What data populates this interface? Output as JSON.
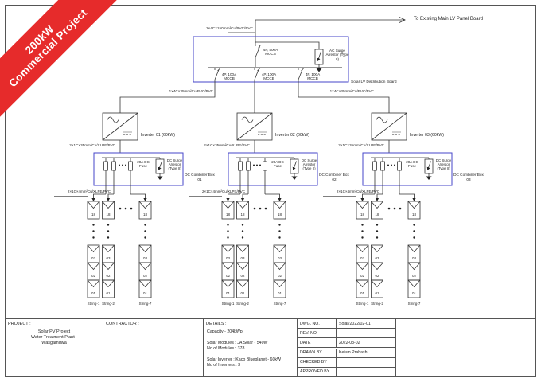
{
  "ribbon": {
    "line1": "200kW",
    "line2": "Commercial Project",
    "color": "#e62b2b"
  },
  "header": {
    "arrow_label": "To Existing Main LV Panel Board"
  },
  "cables": {
    "main_ac": "1×4C×150mm²Cu/PVC/PVC",
    "inverter_ac": "1×4C×35mm²Cu/PVC/PVC",
    "inverter_dc": "2×1C×35mm²Cu/XLPE/PVC",
    "string_dc": "2×1C×4mm²Cu/XLPE/PVC"
  },
  "distribution_board": {
    "label": "Solar LV Distribution Board",
    "main_breaker": "4P, 400A MCCB",
    "feeder_breaker": "4P, 100A MCCB",
    "surge_arrestor": "AC Surge Arrestor (Type II)"
  },
  "combiner": {
    "fuse": "20A DC Fuse",
    "surge_arrestor": "DC Surge Arrestor (Type II)"
  },
  "groups": [
    {
      "inverter": "Inverter 01 (60kW)",
      "combiner_box": "DC Combiner Box 01"
    },
    {
      "inverter": "Inverter 02 (60kW)",
      "combiner_box": "DC Combiner Box 02"
    },
    {
      "inverter": "Inverter 03 (60kW)",
      "combiner_box": "DC Combiner Box 03"
    }
  ],
  "pv": {
    "strings": [
      "String-1",
      "String-2",
      "String-7"
    ],
    "top_module": "18",
    "module_stack": "03\n02\n01"
  },
  "title_block": {
    "project_label": "PROJECT :",
    "project_name": [
      "Solar PV Project",
      "Water Treatment Plant -",
      "Wasgamuwa"
    ],
    "contractor_label": "CONTRACTOR :",
    "details_label": "DETAILS :",
    "details": [
      "Capacity - 204kWp",
      "Solar Modules : JA Solar - 540W",
      "No of Modules : 378",
      "Solar Inverter : Kaco Blueplanet - 60kW",
      "No of Inverters : 3"
    ],
    "fields": [
      {
        "label": "DWG. NO.",
        "value": "Solar/2022/02-01"
      },
      {
        "label": "REV. NO.",
        "value": ""
      },
      {
        "label": "DATE",
        "value": "2022-03-02"
      },
      {
        "label": "DRAWN BY",
        "value": "Kelum Prabash"
      },
      {
        "label": "CHECKED BY",
        "value": ""
      },
      {
        "label": "APPROVED BY",
        "value": ""
      }
    ]
  }
}
